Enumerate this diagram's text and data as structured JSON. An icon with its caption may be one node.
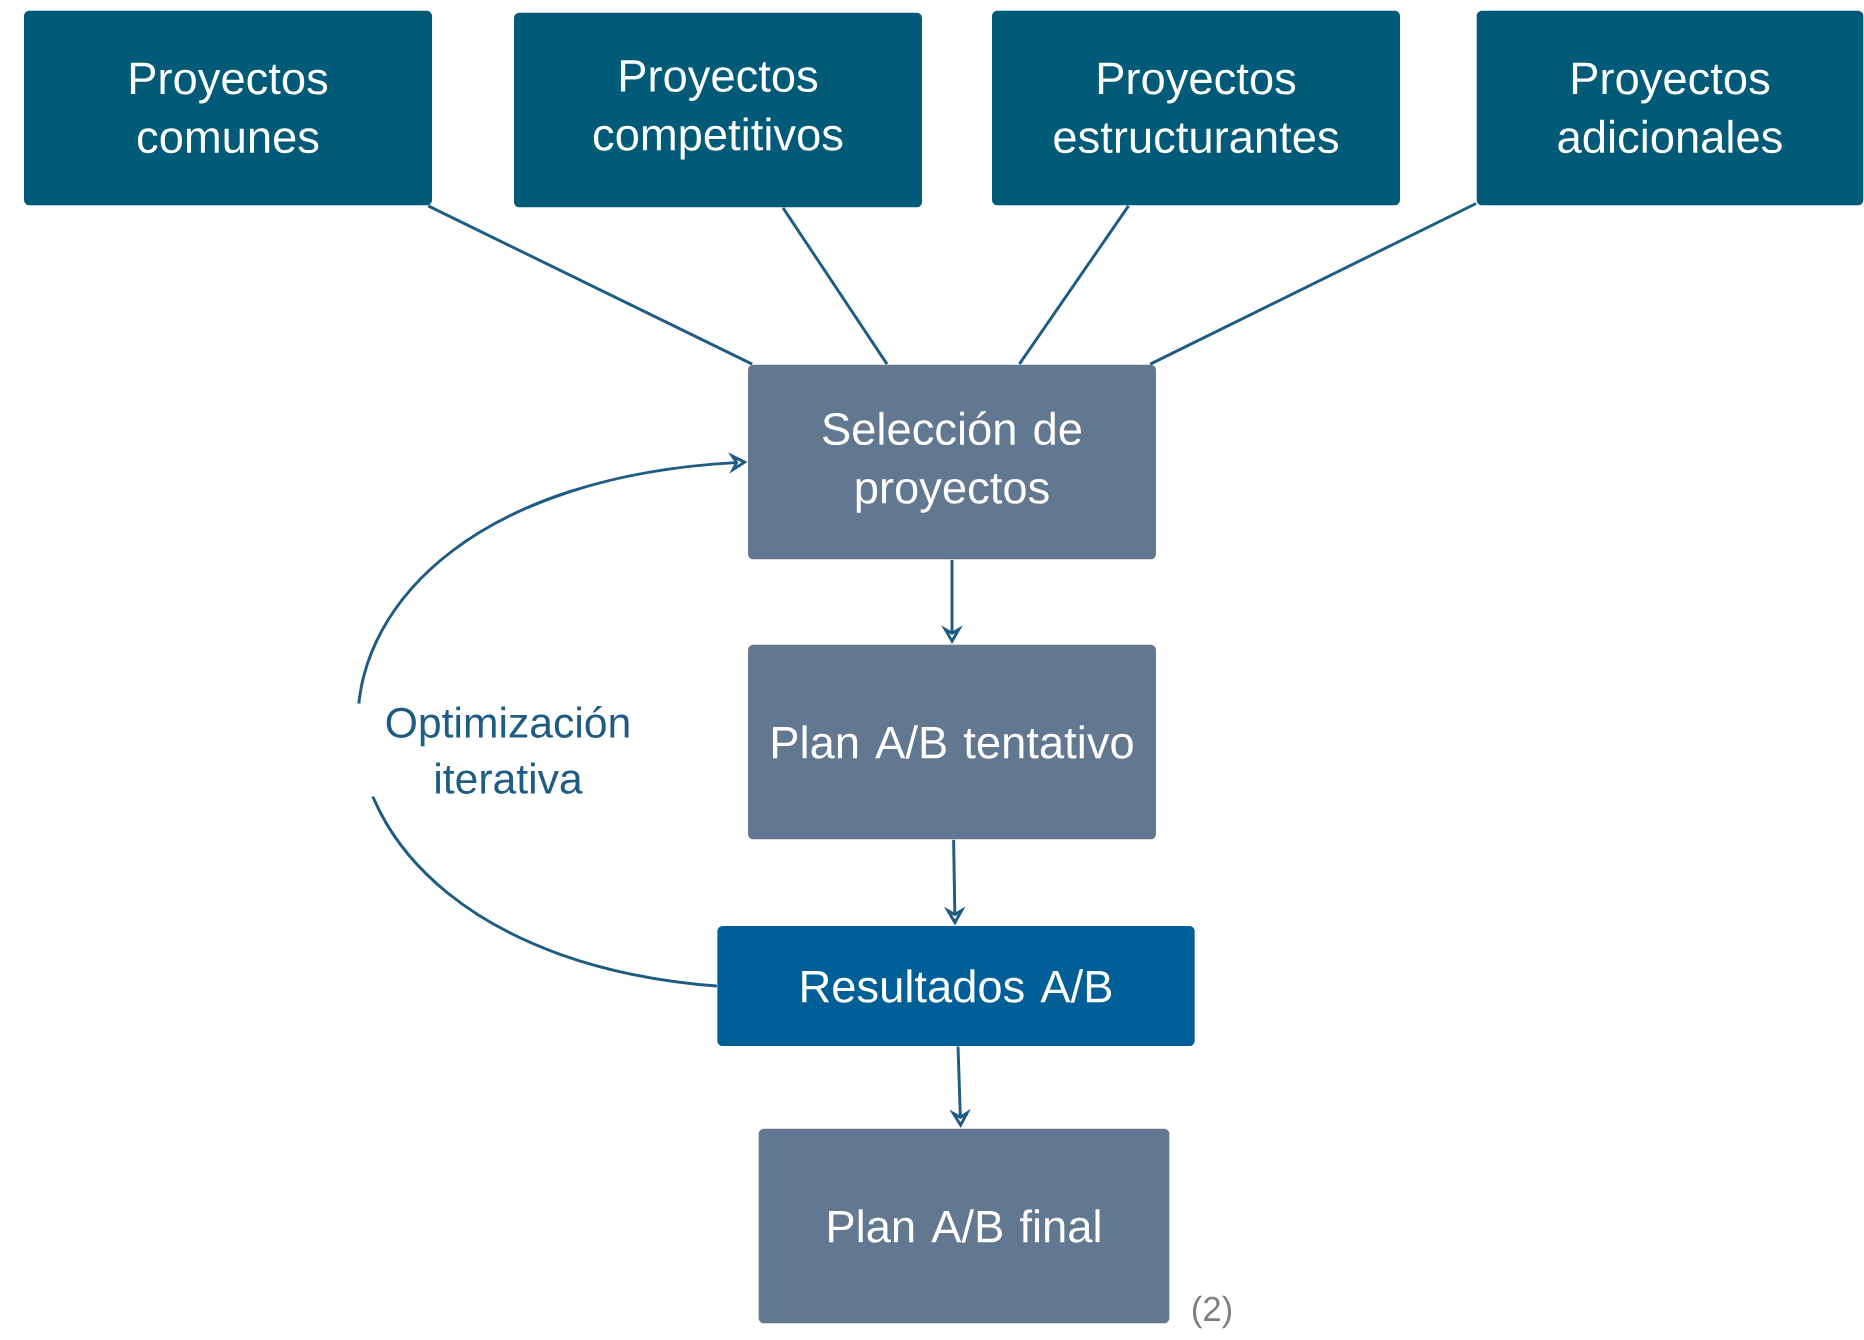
{
  "diagram": {
    "nodes": [
      {
        "text": [
          "Proyectos comunes"
        ]
      },
      {
        "text": [
          "Proyectos competitivos"
        ]
      },
      {
        "text": [
          "Proyectos estructurantes"
        ]
      },
      {
        "text": [
          "Proyectos adicionales"
        ]
      },
      {
        "text": [
          "Selección de proyectos"
        ]
      },
      {
        "text": [
          "Plan A/B tentativo"
        ]
      },
      {
        "text": [
          "Resultados A/B"
        ]
      },
      {
        "text": [
          "Plan A/B final"
        ]
      }
    ],
    "edges": [
      {
        "from": 0,
        "to": 4,
        "arrow": "none"
      },
      {
        "from": 1,
        "to": 4,
        "arrow": "none"
      },
      {
        "from": 2,
        "to": 4,
        "arrow": "none"
      },
      {
        "from": 3,
        "to": 4,
        "arrow": "none"
      },
      {
        "from": 4,
        "to": 5,
        "arrow": "to"
      },
      {
        "from": 5,
        "to": 6,
        "arrow": "to"
      },
      {
        "from": 6,
        "to": 7,
        "arrow": "to"
      },
      {
        "from": 6,
        "to": 4,
        "arrow": "to",
        "label": "Optimización iterativa"
      }
    ],
    "labels": [
      "(2)"
    ]
  }
}
